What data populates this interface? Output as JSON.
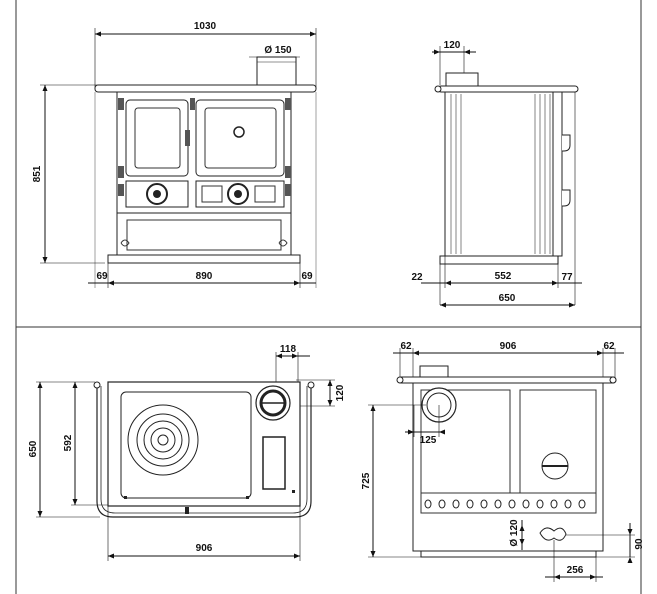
{
  "front_view": {
    "width_total": "1030",
    "flue_diameter": "Ø 150",
    "height_total": "851",
    "side_left": "69",
    "width_inner": "890",
    "side_right": "69"
  },
  "side_view": {
    "flue_offset": "120",
    "back_offset": "22",
    "body_depth": "552",
    "front_offset": "77",
    "depth_total": "650"
  },
  "top_view": {
    "flue_offset": "118",
    "flue_depth": "120",
    "depth_total": "650",
    "depth_inner": "592",
    "width_inner": "906"
  },
  "rear_view": {
    "side_left": "62",
    "width_inner": "906",
    "side_right": "62",
    "flue_height": "725",
    "flue_width": "125",
    "air_inlet_diameter": "Ø 120",
    "air_inlet_offset": "256",
    "air_inlet_height": "90"
  }
}
